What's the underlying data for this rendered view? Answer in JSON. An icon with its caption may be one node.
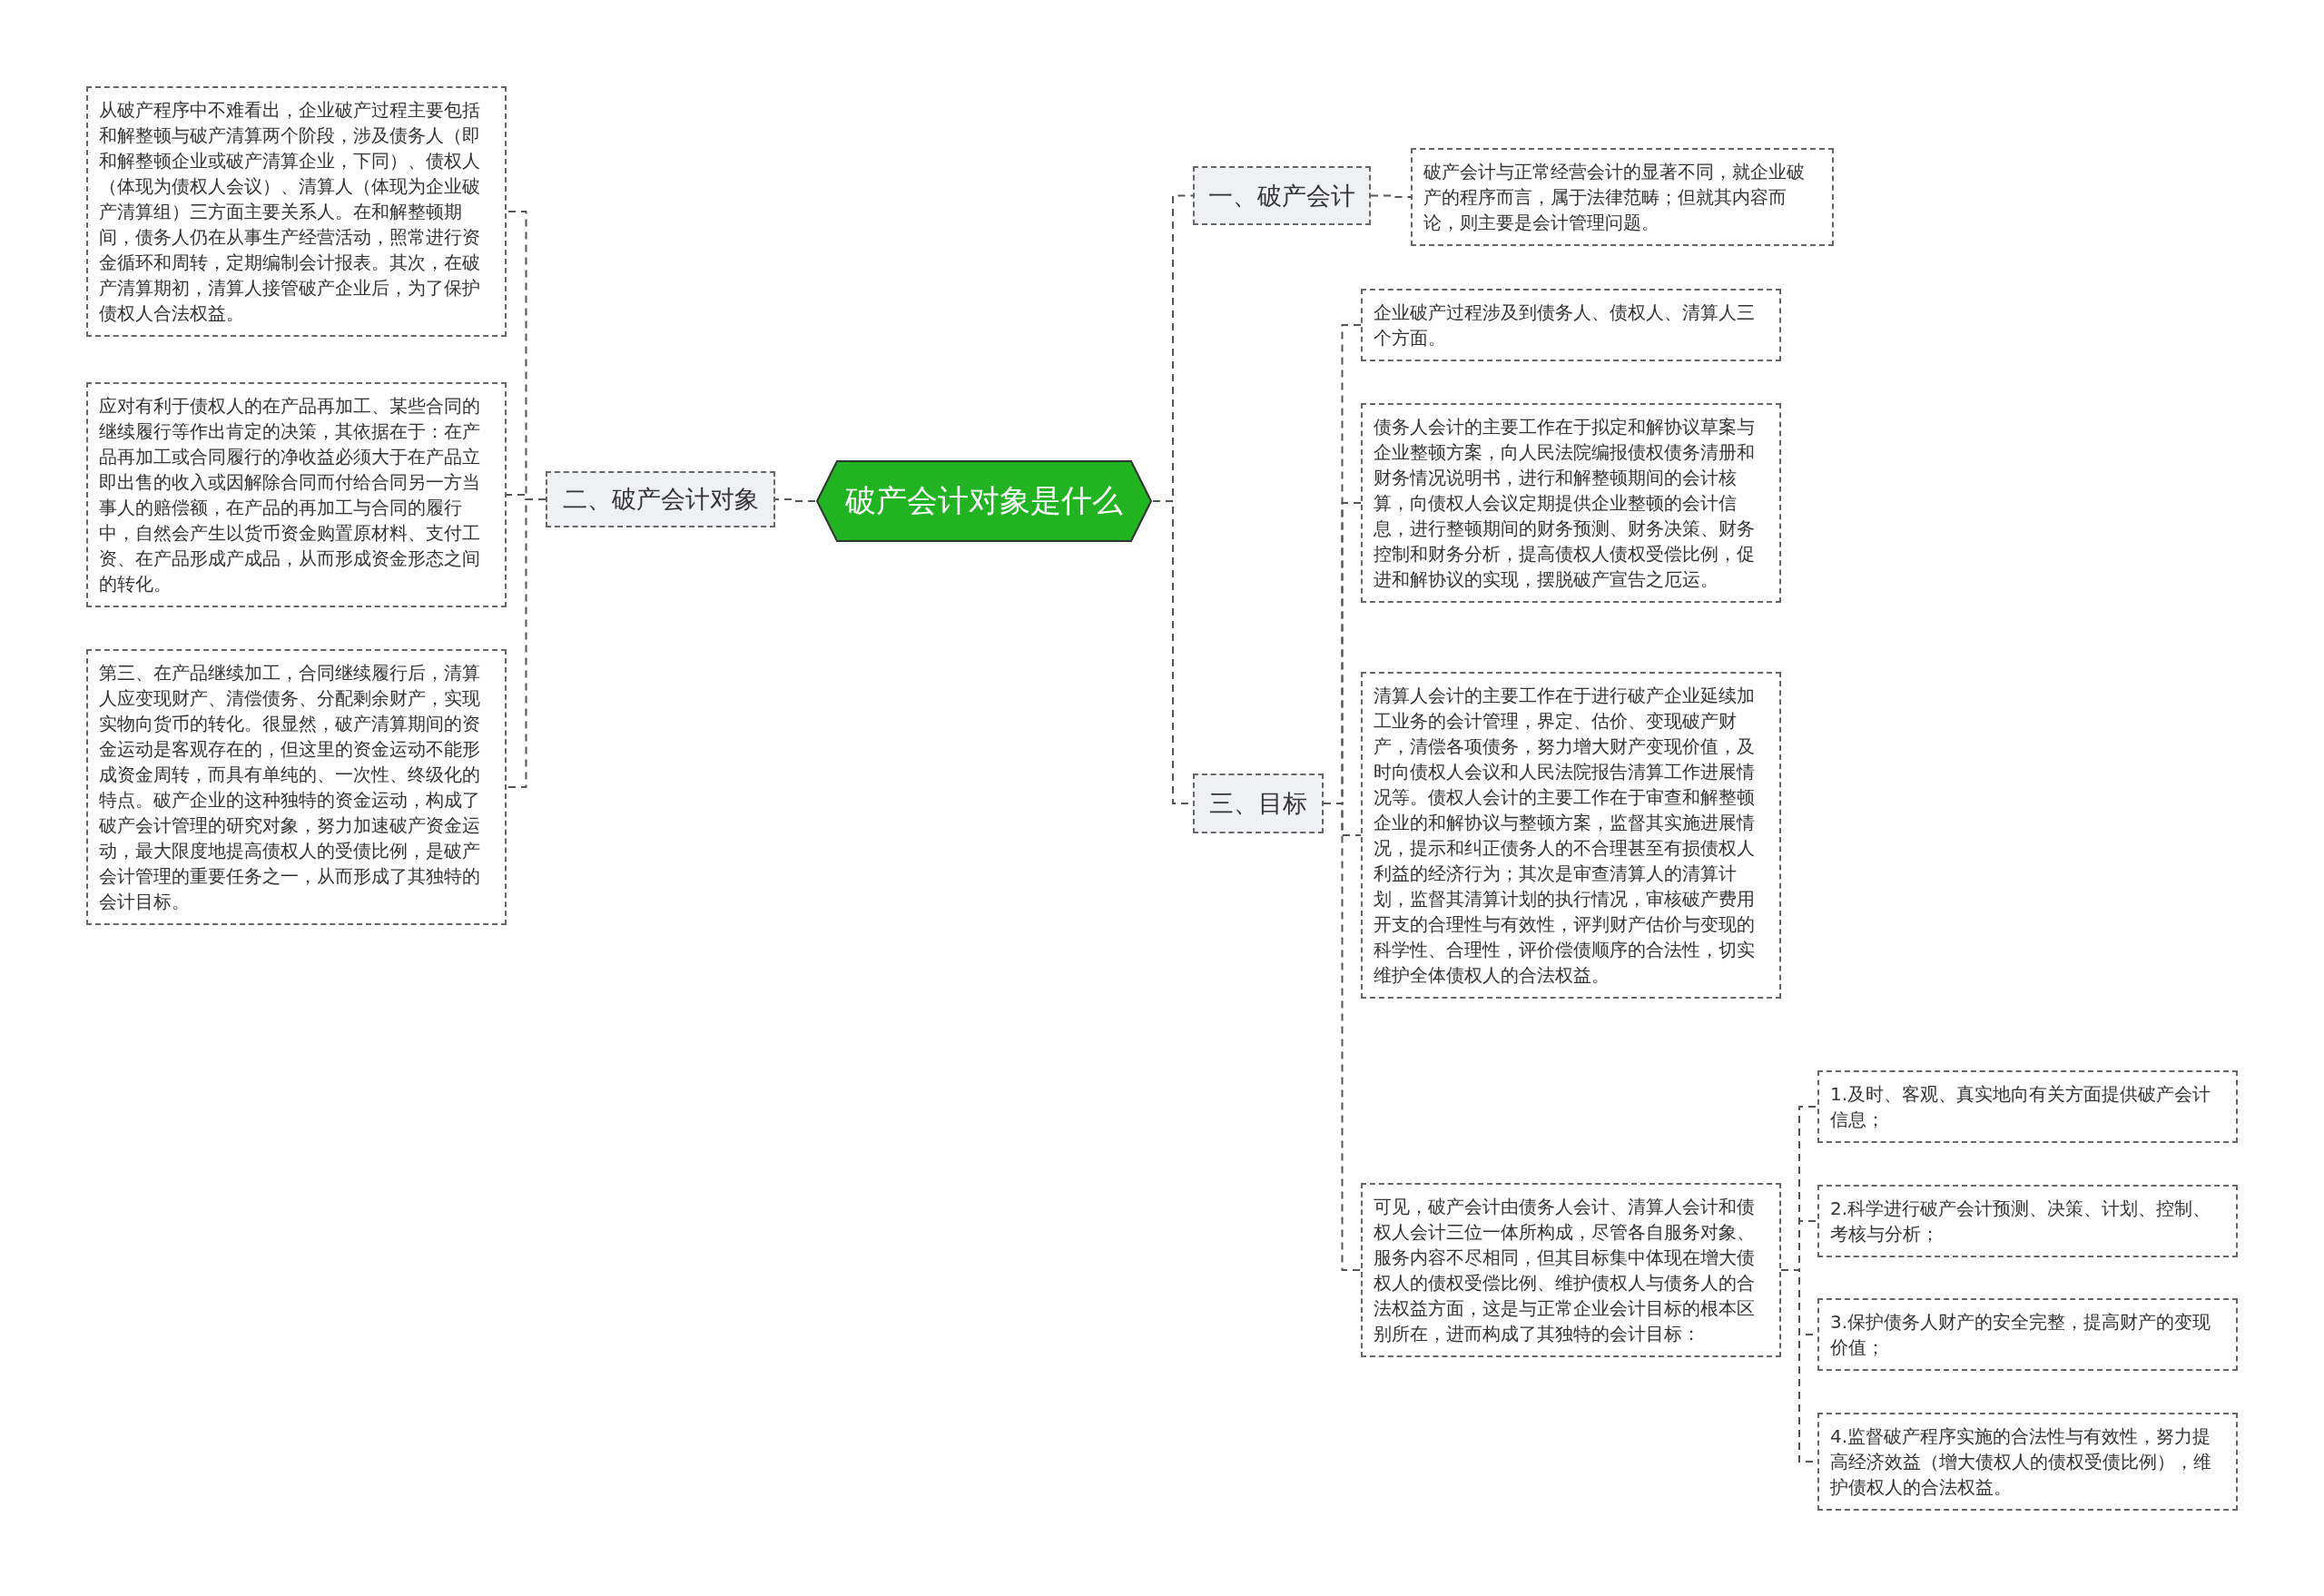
{
  "diagram": {
    "nodes": [
      {
        "text": [
          "破产会计对象是什么"
        ]
      },
      {
        "text": [
          "一、破产会计"
        ]
      },
      {
        "text": [
          "破产会计与正常经营会计的显著不同，就企业破产的程序而言，属于法律范畴；但就其内容而论，则主要是会计管理问题。"
        ]
      },
      {
        "text": [
          "二、破产会计对象"
        ]
      },
      {
        "text": [
          "从破产程序中不难看出，企业破产过程主要包括和解整顿与破产清算两个阶段，涉及债务人（即和解整顿企业或破产清算企业，下同）、债权人（体现为债权人会议）、清算人（体现为企业破产清算组）三方面主要关系人。在和解整顿期间，债务人仍在从事生产经营活动，照常进行资金循环和周转，定期编制会计报表。其次，在破产清算期初，清算人接管破产企业后，为了保护债权人合法权益。"
        ]
      },
      {
        "text": [
          "应对有利于债权人的在产品再加工、某些合同的继续履行等作出肯定的决策，其依据在于：在产品再加工或合同履行的净收益必须大于在产品立即出售的收入或因解除合同而付给合同另一方当事人的赔偿额，在产品的再加工与合同的履行中，自然会产生以货币资金购置原材料、支付工资、在产品形成产成品，从而形成资金形态之间的转化。"
        ]
      },
      {
        "text": [
          "第三、在产品继续加工，合同继续履行后，清算人应变现财产、清偿债务、分配剩余财产，实现实物向货币的转化。很显然，破产清算期间的资金运动是客观存在的，但这里的资金运动不能形成资金周转，而具有单纯的、一次性、终级化的特点。破产企业的这种独特的资金运动，构成了破产会计管理的研究对象，努力加速破产资金运动，最大限度地提高债权人的受债比例，是破产会计管理的重要任务之一，从而形成了其独特的会计目标。"
        ]
      },
      {
        "text": [
          "三、目标"
        ]
      },
      {
        "text": [
          "企业破产过程涉及到债务人、债权人、清算人三个方面。"
        ]
      },
      {
        "text": [
          "债务人会计的主要工作在于拟定和解协议草案与企业整顿方案，向人民法院编报债权债务清册和财务情况说明书，进行和解整顿期间的会计核算，向债权人会议定期提供企业整顿的会计信息，进行整顿期间的财务预测、财务决策、财务控制和财务分析，提高债权人债权受偿比例，促进和解协议的实现，摆脱破产宣告之厄运。"
        ]
      },
      {
        "text": [
          "清算人会计的主要工作在于进行破产企业延续加工业务的会计管理，界定、估价、变现破产财产，清偿各项债务，努力增大财产变现价值，及时向债权人会议和人民法院报告清算工作进展情况等。债权人会计的主要工作在于审查和解整顿企业的和解协议与整顿方案，监督其实施进展情况，提示和纠正债务人的不合理甚至有损债权人利益的经济行为；其次是审查清算人的清算计划，监督其清算计划的执行情况，审核破产费用开支的合理性与有效性，评判财产估价与变现的科学性、合理性，评价偿债顺序的合法性，切实维护全体债权人的合法权益。"
        ]
      },
      {
        "text": [
          "可见，破产会计由债务人会计、清算人会计和债权人会计三位一体所构成，尽管各自服务对象、服务内容不尽相同，但其目标集中体现在增大债权人的债权受偿比例、维护债权人与债务人的合法权益方面，这是与正常企业会计目标的根本区别所在，进而构成了其独特的会计目标："
        ]
      },
      {
        "text": [
          "1.及时、客观、真实地向有关方面提供破产会计信息；"
        ]
      },
      {
        "text": [
          "2.科学进行破产会计预测、决策、计划、控制、考核与分析；"
        ]
      },
      {
        "text": [
          "3.保护债务人财产的安全完整，提高财产的变现价值；"
        ]
      },
      {
        "text": [
          "4.监督破产程序实施的合法性与有效性，努力提高经济效益（增大债权人的债权受债比例），维护债权人的合法权益。"
        ]
      }
    ],
    "edges": [
      {
        "from": 0,
        "to": 1,
        "arrow": "none"
      },
      {
        "from": 1,
        "to": 2,
        "arrow": "none"
      },
      {
        "from": 0,
        "to": 3,
        "arrow": "none"
      },
      {
        "from": 3,
        "to": 4,
        "arrow": "none"
      },
      {
        "from": 3,
        "to": 5,
        "arrow": "none"
      },
      {
        "from": 3,
        "to": 6,
        "arrow": "none"
      },
      {
        "from": 0,
        "to": 7,
        "arrow": "none"
      },
      {
        "from": 7,
        "to": 8,
        "arrow": "none"
      },
      {
        "from": 7,
        "to": 9,
        "arrow": "none"
      },
      {
        "from": 7,
        "to": 10,
        "arrow": "none"
      },
      {
        "from": 7,
        "to": 11,
        "arrow": "none"
      },
      {
        "from": 11,
        "to": 12,
        "arrow": "none"
      },
      {
        "from": 11,
        "to": 13,
        "arrow": "none"
      },
      {
        "from": 11,
        "to": 14,
        "arrow": "none"
      },
      {
        "from": 11,
        "to": 15,
        "arrow": "none"
      }
    ]
  }
}
